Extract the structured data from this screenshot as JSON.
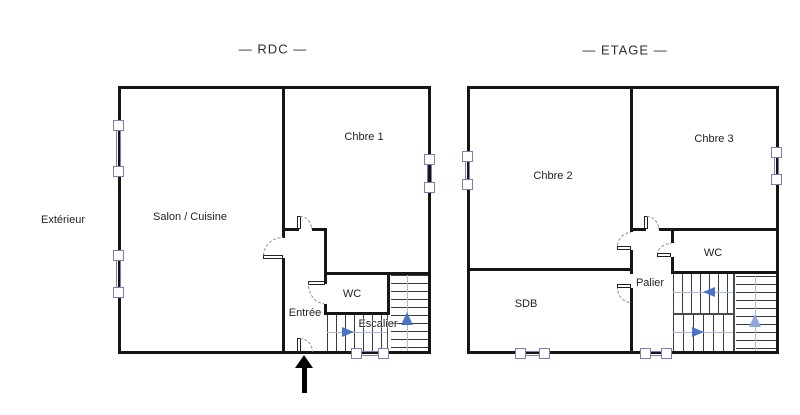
{
  "rdc": {
    "title": "— RDC —",
    "rooms": {
      "chbre1": "Chbre 1",
      "salon": "Salon / Cuisine",
      "wc": "WC",
      "entree": "Entrée",
      "escalier": "Escalier"
    }
  },
  "etage": {
    "title": "— ETAGE —",
    "rooms": {
      "chbre2": "Chbre 2",
      "chbre3": "Chbre 3",
      "wc": "WC",
      "palier": "Palier",
      "sdb": "SDB"
    }
  },
  "labels": {
    "exterior": "Extérieur"
  },
  "colors": {
    "wall": "#161616",
    "window": "#7d7db8",
    "stair_tread": "#3a3a3a",
    "stair_guide": "#a9badc",
    "arrow_blue": "#4a72c8",
    "arrow_blue_light": "#8fa8dc",
    "entrance_arrow": "#000000",
    "door_arc": "#8a8a8a",
    "text": "#222222"
  }
}
